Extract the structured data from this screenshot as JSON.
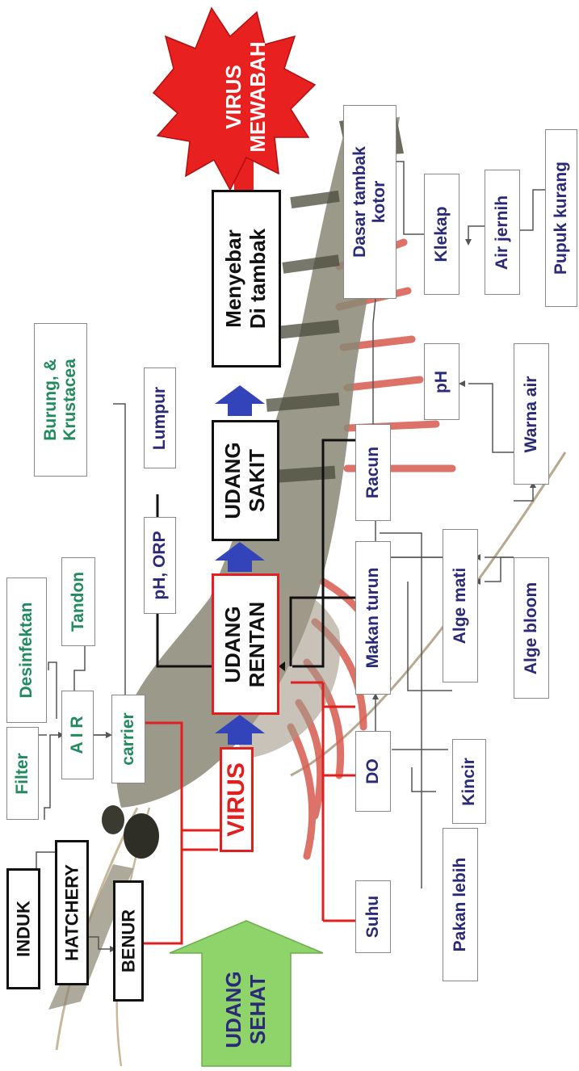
{
  "nodes": {
    "induk": "INDUK",
    "hatchery": "HATCHERY",
    "benur": "BENUR",
    "filter": "Filter",
    "desinfektan": "Desinfektan",
    "air": "A I R",
    "tandon": "Tandon",
    "carrier": "carrier",
    "burung_line1": "Burung, &",
    "burung_line2": "Krustacea",
    "lumpur": "Lumpur",
    "ph_orp": "pH, ORP",
    "virus": "VIRUS",
    "udang_rentan_line1": "UDANG",
    "udang_rentan_line2": "RENTAN",
    "udang_sakit_line1": "UDANG",
    "udang_sakit_line2": "SAKIT",
    "menyebar_line1": "Menyebar",
    "menyebar_line2": "Di tambak",
    "virus_mewabah_line1": "VIRUS",
    "virus_mewabah_line2": "MEWABAH",
    "udang_sehat_line1": "UDANG",
    "udang_sehat_line2": "SEHAT",
    "suhu": "Suhu",
    "do": "DO",
    "makan_turun": "Makan turun",
    "racun": "Racun",
    "dasar_tambak_line1": "Dasar tambak",
    "dasar_tambak_line2": "kotor",
    "pakan_lebih": "Pakan lebih",
    "kincir": "Kincir",
    "alge_mati": "Alge mati",
    "ph": "pH",
    "klekap": "Klekap",
    "alge_bloom": "Alge bloom",
    "warna_air": "Warna air",
    "air_jernih": "Air jernih",
    "pupuk_kurang": "Pupuk kurang"
  },
  "colors": {
    "navy_text": "#2b2a78",
    "teal_text": "#218a5e",
    "red_line": "#e02020",
    "blue_arrow": "#3344bb",
    "green_arrow": "#8fd46a",
    "starburst": "#e8201f"
  }
}
